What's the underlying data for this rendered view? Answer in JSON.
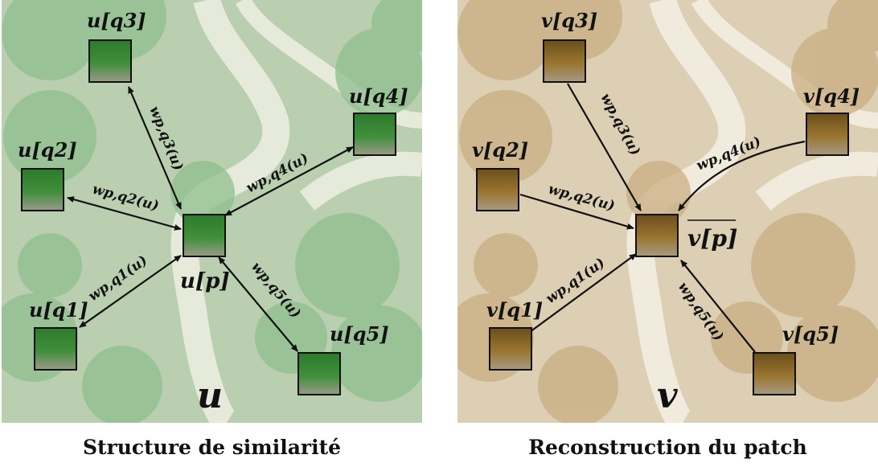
{
  "left": {
    "caption": "Structure de similarité",
    "image_label": "u",
    "center_label": "u[p]",
    "patch_labels": {
      "q1": "u[q1]",
      "q2": "u[q2]",
      "q3": "u[q3]",
      "q4": "u[q4]",
      "q5": "u[q5]"
    },
    "weights": {
      "q1": "wp,q1(u)",
      "q2": "wp,q2(u)",
      "q3": "wp,q3(u)",
      "q4": "wp,q4(u)",
      "q5": "wp,q5(u)"
    },
    "tint": "#8fbf8f"
  },
  "right": {
    "caption": "Reconstruction du patch",
    "image_label": "v",
    "center_label": "v[p]",
    "patch_labels": {
      "q1": "v[q1]",
      "q2": "v[q2]",
      "q3": "v[q3]",
      "q4": "v[q4]",
      "q5": "v[q5]"
    },
    "weights": {
      "q1": "wp,q1(u)",
      "q2": "wp,q2(u)",
      "q3": "wp,q3(u)",
      "q4": "wp,q4(u)",
      "q5": "wp,q5(u)"
    },
    "tint": "#c9ae82"
  }
}
